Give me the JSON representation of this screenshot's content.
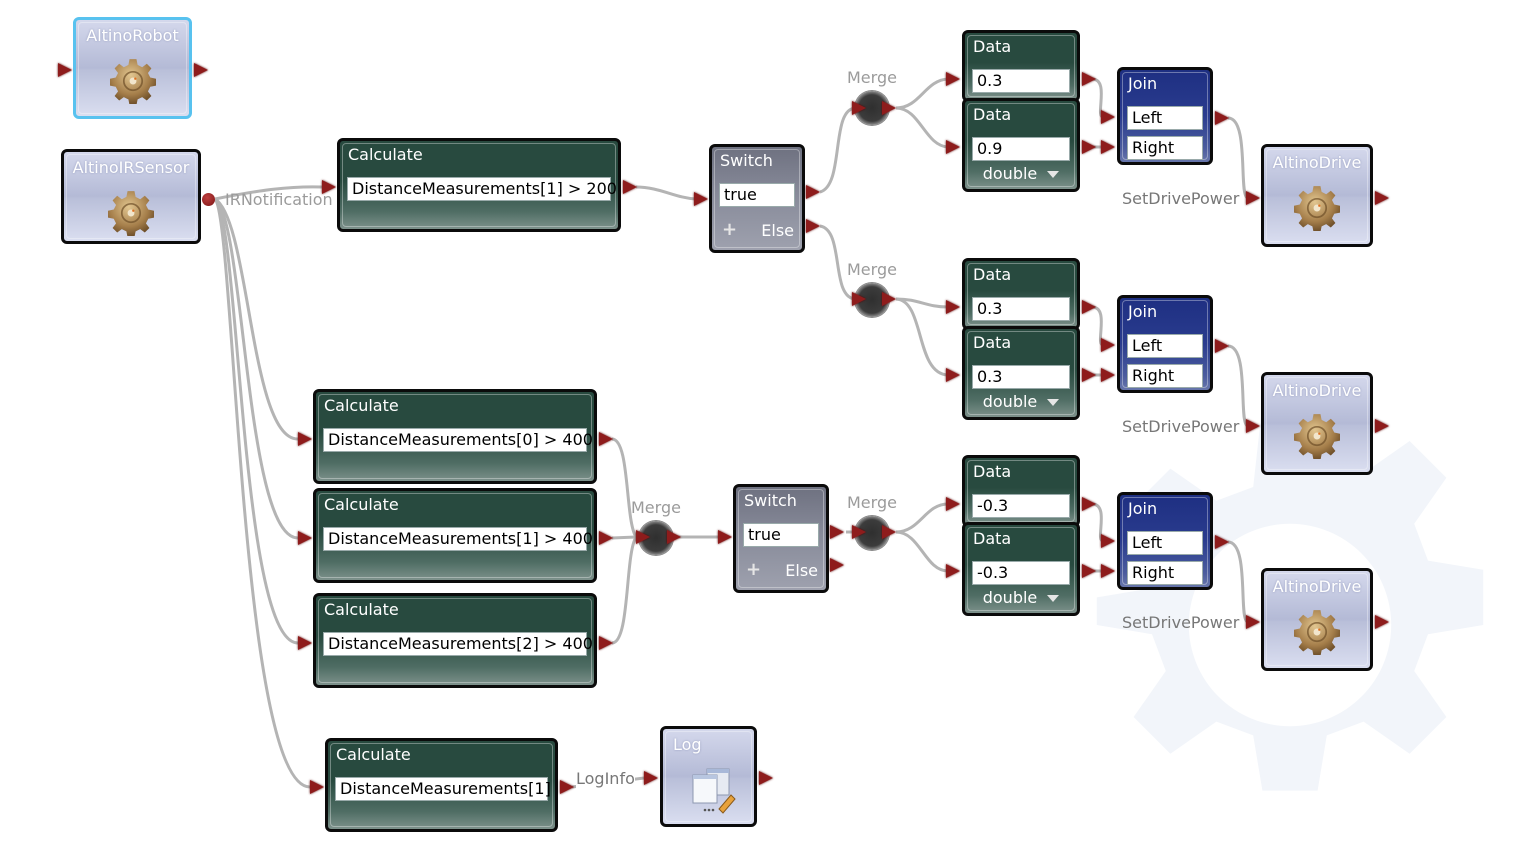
{
  "diagram": {
    "nodes": {
      "altino_robot": {
        "title": "AltinoRobot",
        "icon": "gear-icon",
        "selected": true
      },
      "altino_ir_sensor": {
        "title": "AltinoIRSensor",
        "icon": "gear-icon",
        "output_label": "IRNotification"
      },
      "calc_main": {
        "title": "Calculate",
        "expression": "DistanceMeasurements[1] > 200"
      },
      "switch_main": {
        "title": "Switch",
        "case_value": "true",
        "add_label": "+",
        "else_label": "Else"
      },
      "merge_1": {
        "label": "Merge"
      },
      "data_1a": {
        "title": "Data",
        "value": "0.3"
      },
      "data_1b": {
        "title": "Data",
        "value": "0.9",
        "type": "double"
      },
      "join_1": {
        "title": "Join",
        "left": "Left",
        "right": "Right"
      },
      "drive_1": {
        "title": "AltinoDrive",
        "icon": "gear-icon",
        "input_label": "SetDrivePower"
      },
      "merge_2": {
        "label": "Merge"
      },
      "data_2a": {
        "title": "Data",
        "value": "0.3"
      },
      "data_2b": {
        "title": "Data",
        "value": "0.3",
        "type": "double"
      },
      "join_2": {
        "title": "Join",
        "left": "Left",
        "right": "Right"
      },
      "drive_2": {
        "title": "AltinoDrive",
        "icon": "gear-icon",
        "input_label": "SetDrivePower"
      },
      "calc_0": {
        "title": "Calculate",
        "expression": "DistanceMeasurements[0] > 400"
      },
      "calc_1": {
        "title": "Calculate",
        "expression": "DistanceMeasurements[1] > 400"
      },
      "calc_2": {
        "title": "Calculate",
        "expression": "DistanceMeasurements[2] > 400"
      },
      "merge_3": {
        "label": "Merge"
      },
      "switch_2": {
        "title": "Switch",
        "case_value": "true",
        "add_label": "+",
        "else_label": "Else"
      },
      "merge_4": {
        "label": "Merge"
      },
      "data_3a": {
        "title": "Data",
        "value": "-0.3"
      },
      "data_3b": {
        "title": "Data",
        "value": "-0.3",
        "type": "double"
      },
      "join_3": {
        "title": "Join",
        "left": "Left",
        "right": "Right"
      },
      "drive_3": {
        "title": "AltinoDrive",
        "icon": "gear-icon",
        "input_label": "SetDrivePower"
      },
      "calc_log": {
        "title": "Calculate",
        "expression": "DistanceMeasurements[1]",
        "output_label": "LogInfo"
      },
      "log": {
        "title": "Log",
        "icon": "log-window-icon"
      }
    },
    "colors": {
      "port": "#8e1c1c",
      "wire": "#b4b4b4",
      "calculate_bg": "#284a3f",
      "join_bg": "#1e2f82",
      "service_bg": "#b4bad6",
      "selected_border": "#58c2ef"
    }
  }
}
